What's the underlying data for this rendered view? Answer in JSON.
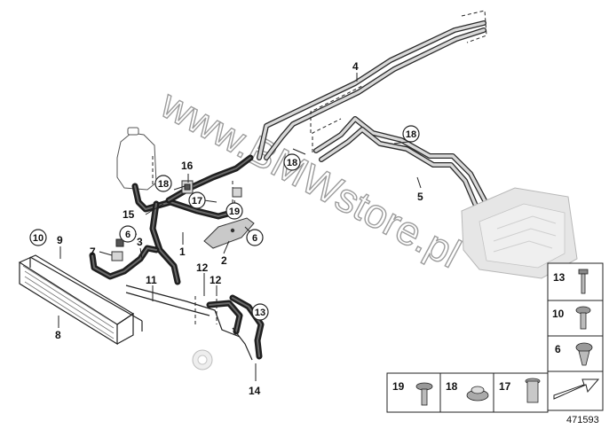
{
  "watermark": "www.BMWstore.pl",
  "diagram_number": "471593",
  "callouts": {
    "c1": "1",
    "c2": "2",
    "c3": "3",
    "c4": "4",
    "c5": "5",
    "c6a": "6",
    "c6b": "6",
    "c7": "7",
    "c8": "8",
    "c9": "9",
    "c10": "10",
    "c11": "11",
    "c12a": "12",
    "c12b": "12",
    "c13": "13",
    "c14": "14",
    "c15": "15",
    "c16": "16",
    "c17": "17",
    "c18a": "18",
    "c18b": "18",
    "c18c": "18",
    "c19": "19"
  },
  "legend": {
    "side": [
      "13",
      "10",
      "6"
    ],
    "bottom": [
      "19",
      "18",
      "17"
    ]
  }
}
